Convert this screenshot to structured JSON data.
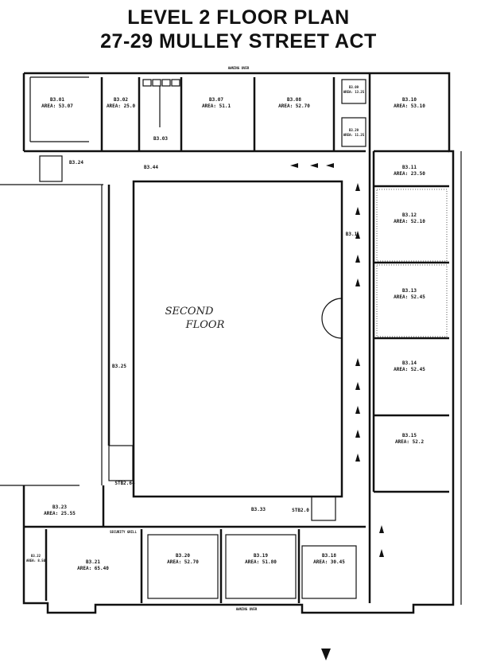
{
  "header": {
    "title_line1": "LEVEL 2 FLOOR PLAN",
    "title_line2": "27-29 MULLEY STREET ACT"
  },
  "plan": {
    "street_top": "AWNING OVER",
    "street_bottom": "AWNING OVER",
    "center_label_line1": "SECOND",
    "center_label_line2": "FLOOR",
    "security_grill": "SECURITY GRILL",
    "rooms": [
      {
        "id": "B3.01",
        "area": "AREA: 53.07"
      },
      {
        "id": "B3.02",
        "area": "AREA: 25.0"
      },
      {
        "id": "B3.03",
        "area": ""
      },
      {
        "id": "B3.07",
        "area": "AREA: 51.1"
      },
      {
        "id": "B3.08",
        "area": "AREA: 52.70"
      },
      {
        "id": "B3.09",
        "area": "AREA: 13.25"
      },
      {
        "id": "B3.29",
        "area": "AREA: 11.25"
      },
      {
        "id": "B3.10",
        "area": "AREA: 53.10"
      },
      {
        "id": "B3.11",
        "area": "AREA: 23.50"
      },
      {
        "id": "B3.12",
        "area": "AREA: 52.10"
      },
      {
        "id": "B3.13",
        "area": "AREA: 52.45"
      },
      {
        "id": "B3.14",
        "area": "AREA: 52.45"
      },
      {
        "id": "B3.15",
        "area": "AREA: 52.2"
      },
      {
        "id": "B3.23",
        "area": "AREA: 25.55"
      },
      {
        "id": "B3.22",
        "area": "AREA: 8.50"
      },
      {
        "id": "B3.21",
        "area": "AREA: 65.40"
      },
      {
        "id": "B3.20",
        "area": "AREA: 52.70"
      },
      {
        "id": "B3.19",
        "area": "AREA: 51.80"
      },
      {
        "id": "B3.18",
        "area": "AREA: 30.45"
      }
    ],
    "corridors": {
      "c1": "B3.24",
      "c2": "B3.44",
      "c3": "B3.1",
      "c4": "B3.25",
      "c5": "B3.33",
      "stair1": "STB2.64",
      "stair2": "STB2.0"
    }
  },
  "colors": {
    "ink": "#111111",
    "paper": "#ffffff"
  }
}
